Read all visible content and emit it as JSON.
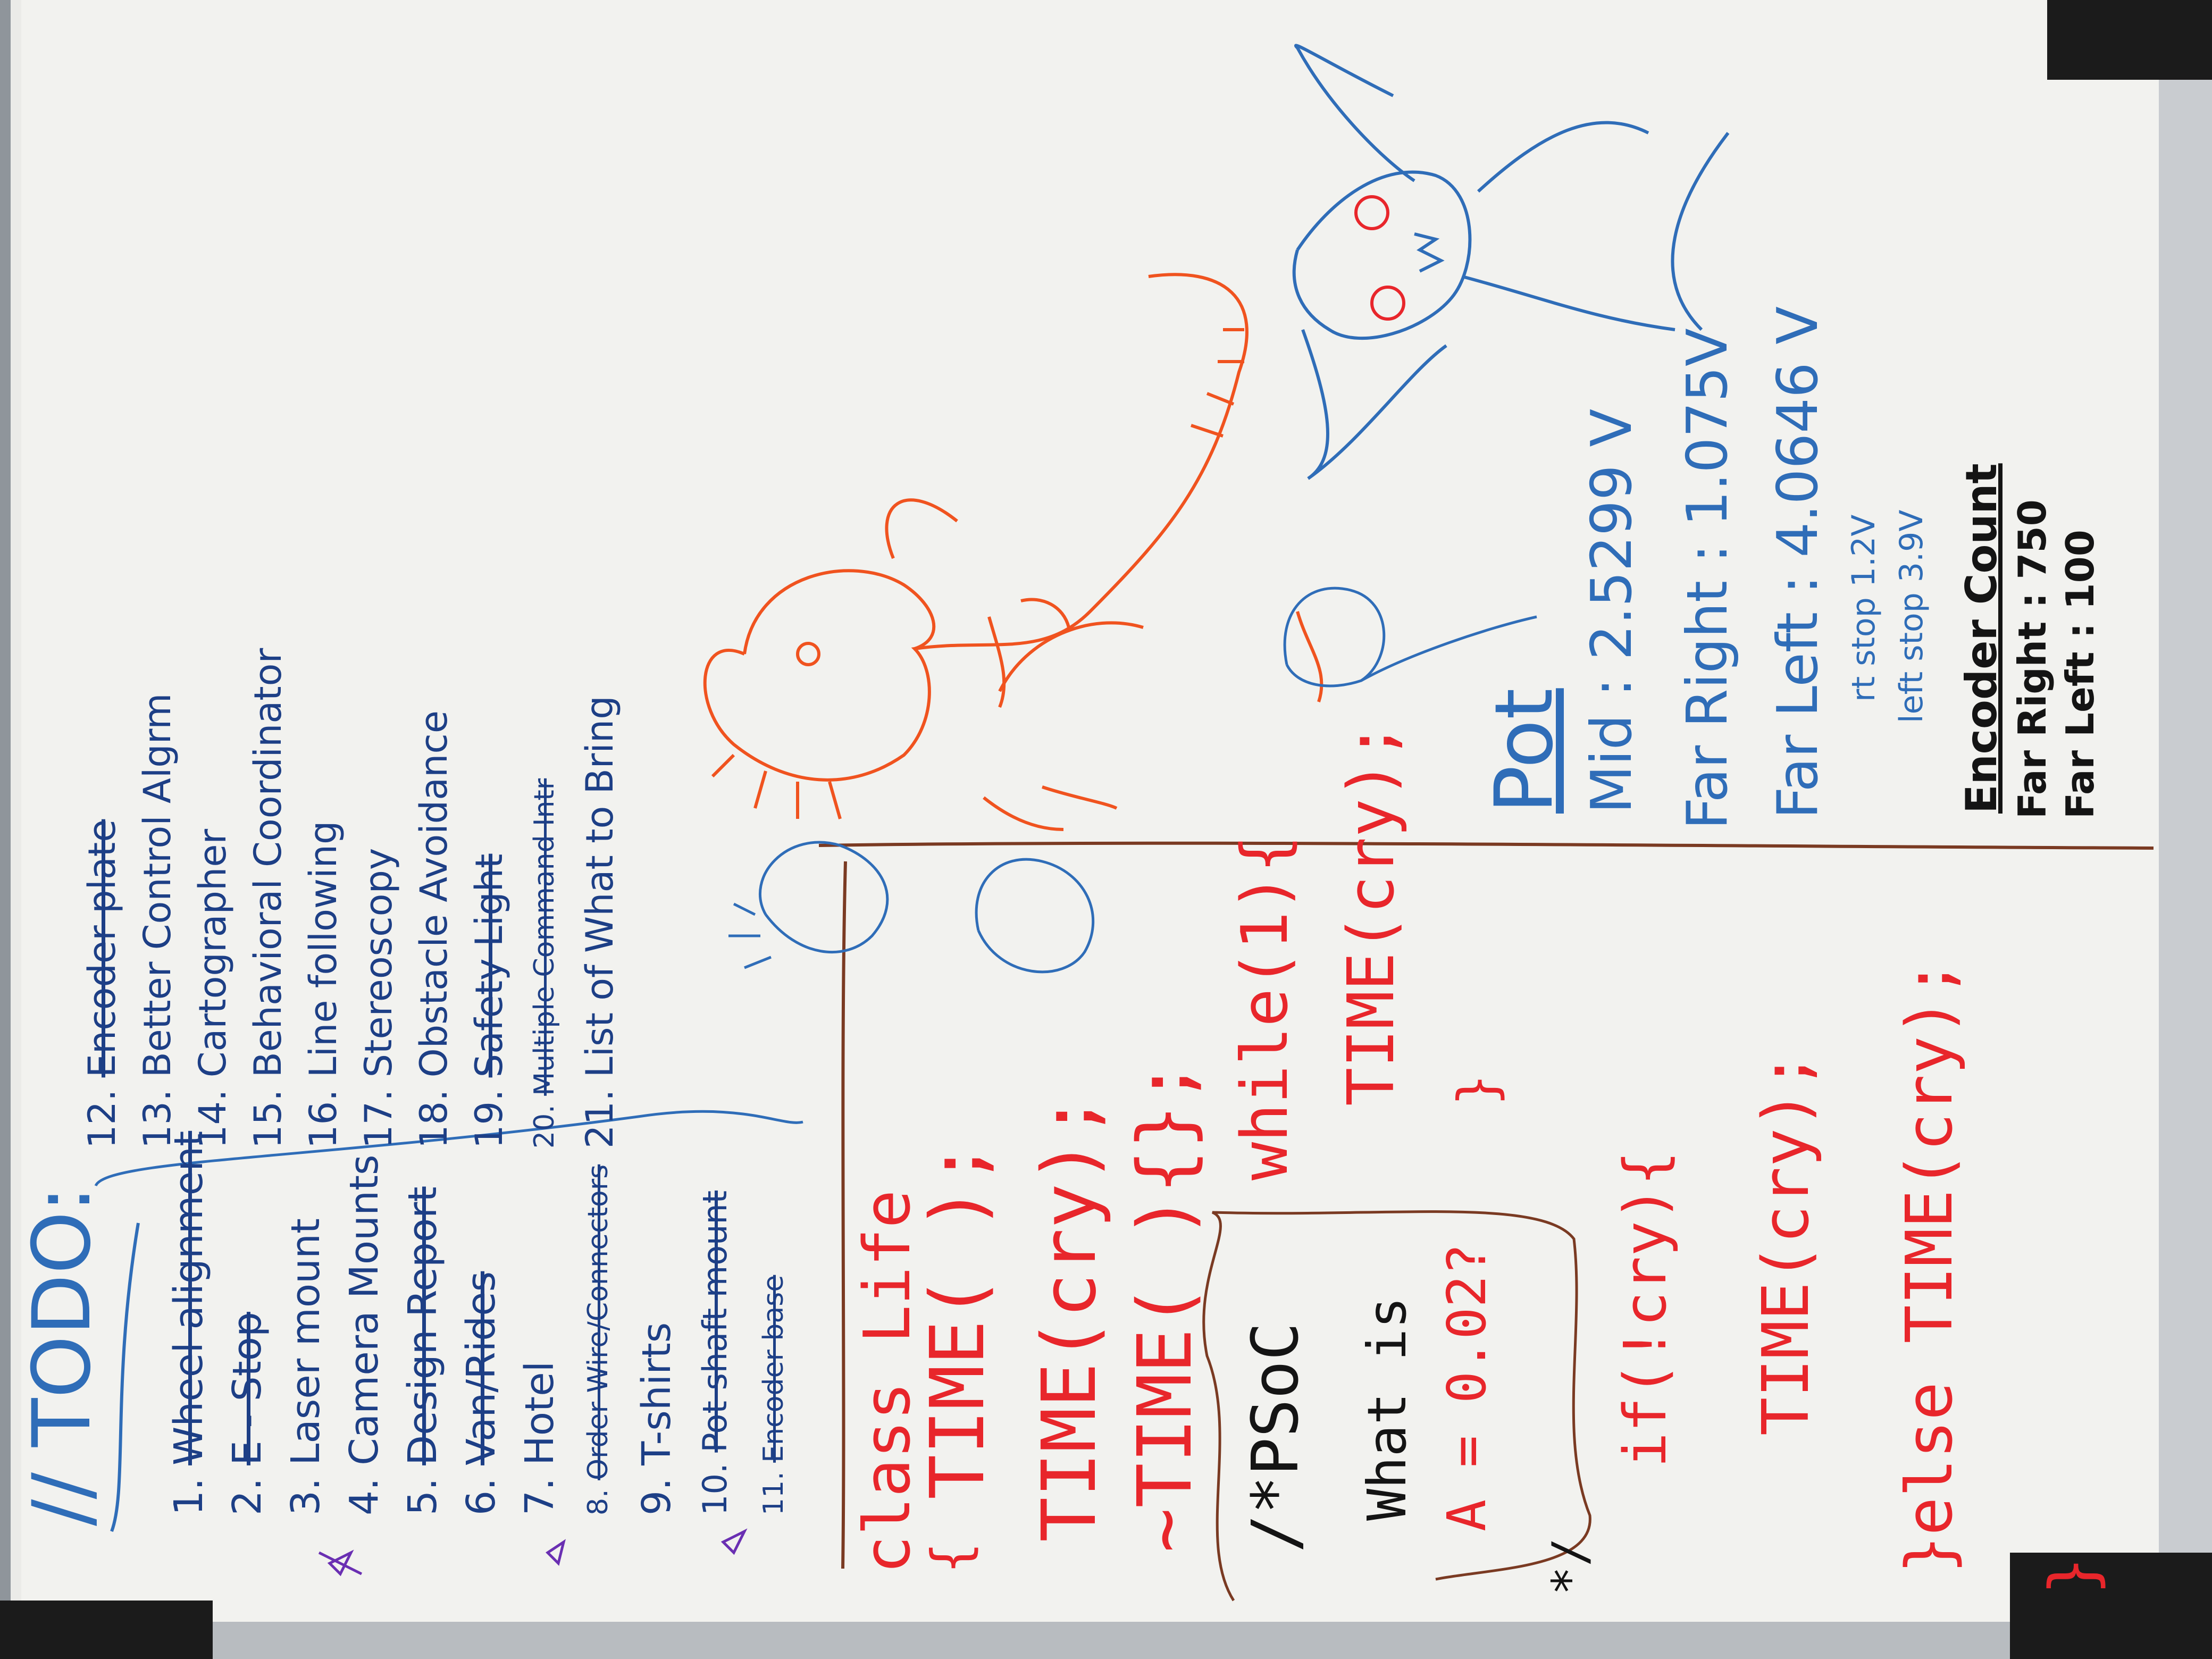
{
  "colors": {
    "blue": "#2f6db8",
    "navy": "#1d3f86",
    "red": "#e8262b",
    "orange": "#f0531f",
    "black": "#141414",
    "brown": "#7a3a22",
    "purple": "#6a2fb2",
    "board": "#f3f3f0"
  },
  "todo": {
    "title": "// TODO:",
    "col1": [
      {
        "num": "1.",
        "text": "Wheel alignment",
        "struck": true
      },
      {
        "num": "2.",
        "text": "E - Stop",
        "struck": true
      },
      {
        "num": "3.",
        "text": "Laser mount",
        "struck": false,
        "star": true
      },
      {
        "num": "4.",
        "text": "Camera Mounts",
        "struck": false
      },
      {
        "num": "5.",
        "text": "Design Report",
        "struck": true,
        "star": true
      },
      {
        "num": "6.",
        "text": "Van/Rides",
        "struck": true
      },
      {
        "num": "7.",
        "text": "Hotel",
        "struck": false
      },
      {
        "num": "8.",
        "text": "Order Wire/Connectors",
        "struck": true
      },
      {
        "num": "9.",
        "text": "T-shirts",
        "struck": false
      },
      {
        "num": "10.",
        "text": "Pot shaft mount",
        "struck": true,
        "star": true
      },
      {
        "num": "11.",
        "text": "Encoder base",
        "struck": true
      }
    ],
    "col2": [
      {
        "num": "12.",
        "text": "Encoder plate",
        "struck": true
      },
      {
        "num": "13.",
        "text": "Better Control Algrm",
        "struck": false
      },
      {
        "num": "14.",
        "text": "Cartographer",
        "struck": false
      },
      {
        "num": "15.",
        "text": "Behavioral Coordinator",
        "struck": false
      },
      {
        "num": "16.",
        "text": "Line following",
        "struck": false
      },
      {
        "num": "17.",
        "text": "Stereoscopy",
        "struck": false
      },
      {
        "num": "18.",
        "text": "Obstacle Avoidance",
        "struck": false
      },
      {
        "num": "19.",
        "text": "Safety Light",
        "struck": true
      },
      {
        "num": "20.",
        "text": "Multiple Command Intr",
        "struck": true
      },
      {
        "num": "21.",
        "text": "List of What to Bring",
        "struck": false
      }
    ]
  },
  "code": {
    "class_line": "class Life",
    "brace_open": "{",
    "line1": "TIME( );",
    "line2": "TIME(cry);",
    "line3": "~TIME( ){};",
    "while_line": "while(1){",
    "while_body": "TIME(cry);",
    "while_close": "}",
    "comment_open": "/*PSoC",
    "comment_q": "What is",
    "comment_v": "A = 0.02?",
    "comment_close": "*/",
    "if_line": "if(!cry){",
    "if_body": "TIME(cry);",
    "else_line": "}else TIME(cry);",
    "class_close": "}"
  },
  "pot": {
    "title": "Pot",
    "mid": "Mid : 2.5299 V",
    "far_right": "Far Right : 1.075V",
    "far_left": "Far Left : 4.0646 V",
    "rt_stop": "rt stop 1.2V",
    "left_stop": "left stop 3.9V"
  },
  "encoder": {
    "title": "Encoder Count",
    "far_right": "Far Right : 750",
    "far_left": "Far Left : 100"
  }
}
